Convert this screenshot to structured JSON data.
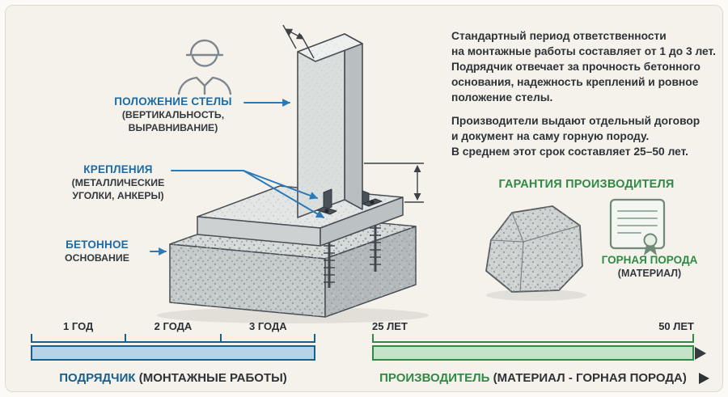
{
  "diagram": {
    "callouts": {
      "stela_position": {
        "title": "ПОЛОЖЕНИЕ СТЕЛЫ",
        "subtitle": "(ВЕРТИКАЛЬНОСТЬ,\nВЫРАВНИВАНИЕ)"
      },
      "fasteners": {
        "title": "КРЕПЛЕНИЯ",
        "subtitle": "(МЕТАЛЛИЧЕСКИЕ\nУГОЛКИ, АНКЕРЫ)"
      },
      "foundation": {
        "title": "БЕТОННОЕ",
        "subtitle": "ОСНОВАНИЕ"
      }
    }
  },
  "info": {
    "para1": "Стандартный период ответственности\nна монтажные работы составляет от 1 до 3 лет.\nПодрядчик отвечает за прочность бетонного\nоснования, надежность креплений и ровное\nположение стелы.",
    "para2": "Производители выдают отдельный договор\nи документ на саму горную породу.\nВ среднем этот срок составляет 25–50 лет."
  },
  "manufacturer": {
    "heading": "ГАРАНТИЯ ПРОИЗВОДИТЕЛЯ",
    "rock_title": "ГОРНАЯ ПОРОДА",
    "rock_subtitle": "(МАТЕРИАЛ)"
  },
  "timeline_contractor": {
    "ticks": [
      "1 ГОД",
      "2 ГОДА",
      "3 ГОДА"
    ],
    "label_bold": "ПОДРЯДЧИК",
    "label_rest": " (МОНТАЖНЫЕ РАБОТЫ)"
  },
  "timeline_manufacturer": {
    "tick_start": "25 ЛЕТ",
    "tick_end": "50 ЛЕТ",
    "label_bold": "ПРОИЗВОДИТЕЛЬ",
    "label_rest": " (МАТЕРИАЛ - ГОРНАЯ ПОРОДА)"
  },
  "colors": {
    "accent_blue": "#1a6ba6",
    "accent_green": "#2e8b45",
    "bar_blue_fill": "#b7d4e7",
    "bar_blue_border": "#16618f",
    "bar_green_fill": "#c4e3c8",
    "bar_green_border": "#2e8b45"
  },
  "icons": {
    "worker": "worker-icon",
    "certificate": "certificate-icon",
    "rock": "rock-illustration"
  }
}
